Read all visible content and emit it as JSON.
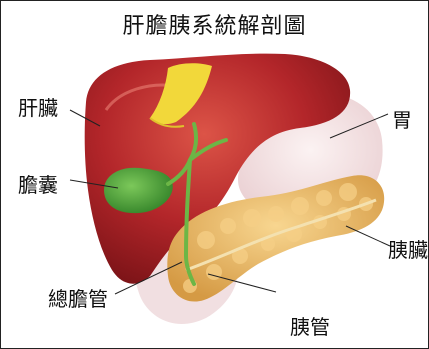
{
  "title": "肝膽胰系統解剖圖",
  "labels": {
    "liver": "肝臟",
    "gallbladder": "膽囊",
    "common_bile_duct": "總膽管",
    "stomach": "胃",
    "pancreas": "胰臟",
    "pancreatic_duct": "胰管"
  },
  "colors": {
    "liver": "#b3262a",
    "liver_highlight": "#d84a3c",
    "ligament": "#f2d83a",
    "gallbladder": "#4ea73a",
    "bile_duct": "#6cb646",
    "stomach": "#f3dede",
    "pancreas": "#e9b05d",
    "pancreas_light": "#f6cf86",
    "leader_line": "#222222"
  }
}
